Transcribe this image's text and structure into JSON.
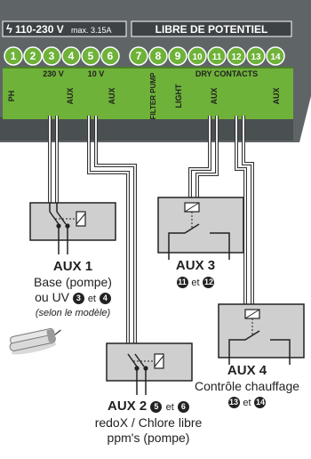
{
  "header": {
    "power_label": "110-230 V",
    "power_sub": "max. 3.15A",
    "potential_label": "LIBRE DE POTENTIEL"
  },
  "terminals": [
    "1",
    "2",
    "3",
    "4",
    "5",
    "6",
    "7",
    "8",
    "9",
    "10",
    "11",
    "12",
    "13",
    "14"
  ],
  "slot_labels": {
    "ph": "PH",
    "v230": "230 V",
    "v10": "10 V",
    "aux_a": "AUX",
    "aux_b": "AUX",
    "filter": "FILTER PUMP",
    "light": "LIGHT",
    "dry_contacts": "DRY CONTACTS",
    "aux_c": "AUX",
    "aux_d": "AUX"
  },
  "aux1": {
    "title": "AUX 1",
    "line1": "Base (pompe)",
    "line2_prefix": "ou UV",
    "t1": "3",
    "and": "et",
    "t2": "4",
    "note": "(selon le modèle)"
  },
  "aux2": {
    "title_prefix": "AUX 2",
    "t1": "5",
    "and": "et",
    "t2": "6",
    "line1": "redoX / Chlore libre",
    "line2": "ppm's (pompe)"
  },
  "aux3": {
    "title": "AUX 3",
    "t1": "11",
    "and": "et",
    "t2": "12"
  },
  "aux4": {
    "title": "AUX 4",
    "line1": "Contrôle chauffage",
    "t1": "13",
    "and": "et",
    "t2": "14"
  },
  "colors": {
    "panel": "#5f6467",
    "panel_dark": "#3d4245",
    "terminal_green": "#6fb239",
    "relay_fill": "#cfcfcf",
    "wire_outer": "#333333",
    "wire_inner": "#e8e8e8"
  }
}
